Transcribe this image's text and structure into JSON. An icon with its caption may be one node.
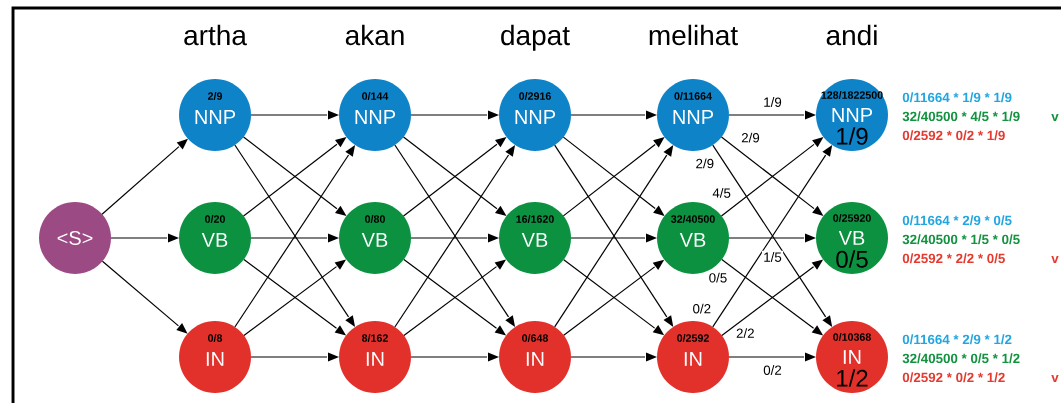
{
  "diagram": {
    "nodes": [
      {
        "text": [
          "<S>"
        ]
      },
      {
        "text": [
          "2/9",
          "NNP"
        ]
      },
      {
        "text": [
          "0/20",
          "VB"
        ]
      },
      {
        "text": [
          "0/8",
          "IN"
        ]
      },
      {
        "text": [
          "0/144",
          "NNP"
        ]
      },
      {
        "text": [
          "0/80",
          "VB"
        ]
      },
      {
        "text": [
          "8/162",
          "IN"
        ]
      },
      {
        "text": [
          "0/2916",
          "NNP"
        ]
      },
      {
        "text": [
          "16/1620",
          "VB"
        ]
      },
      {
        "text": [
          "0/648",
          "IN"
        ]
      },
      {
        "text": [
          "0/11664",
          "NNP"
        ]
      },
      {
        "text": [
          "32/40500",
          "VB"
        ]
      },
      {
        "text": [
          "0/2592",
          "IN"
        ]
      },
      {
        "text": [
          "128/1822500",
          "NNP",
          "1/9"
        ],
        "beside": [
          "0/11664 * 1/9 * 1/9",
          "32/40500 * 4/5 * 1/9",
          "v",
          "0/2592 * 0/2 * 1/9"
        ]
      },
      {
        "text": [
          "0/25920",
          "VB",
          "0/5"
        ],
        "beside": [
          "0/11664 * 2/9 * 0/5",
          "32/40500 * 1/5 * 0/5",
          "0/2592 * 2/2 * 0/5",
          "v"
        ]
      },
      {
        "text": [
          "0/10368",
          "IN",
          "1/2"
        ],
        "beside": [
          "0/11664 * 2/9 * 1/2",
          "32/40500 * 0/5 * 1/2",
          "0/2592 * 0/2 * 1/2",
          "v"
        ]
      }
    ],
    "edges": [
      {
        "from": 0,
        "to": 1,
        "arrow": "to"
      },
      {
        "from": 0,
        "to": 2,
        "arrow": "to"
      },
      {
        "from": 0,
        "to": 3,
        "arrow": "to"
      },
      {
        "from": 1,
        "to": 4,
        "arrow": "to"
      },
      {
        "from": 1,
        "to": 5,
        "arrow": "to"
      },
      {
        "from": 1,
        "to": 6,
        "arrow": "to"
      },
      {
        "from": 2,
        "to": 4,
        "arrow": "to"
      },
      {
        "from": 2,
        "to": 5,
        "arrow": "to"
      },
      {
        "from": 2,
        "to": 6,
        "arrow": "to"
      },
      {
        "from": 3,
        "to": 4,
        "arrow": "to"
      },
      {
        "from": 3,
        "to": 5,
        "arrow": "to"
      },
      {
        "from": 3,
        "to": 6,
        "arrow": "to"
      },
      {
        "from": 4,
        "to": 7,
        "arrow": "to"
      },
      {
        "from": 4,
        "to": 8,
        "arrow": "to"
      },
      {
        "from": 4,
        "to": 9,
        "arrow": "to"
      },
      {
        "from": 5,
        "to": 7,
        "arrow": "to"
      },
      {
        "from": 5,
        "to": 8,
        "arrow": "to"
      },
      {
        "from": 5,
        "to": 9,
        "arrow": "to"
      },
      {
        "from": 6,
        "to": 7,
        "arrow": "to"
      },
      {
        "from": 6,
        "to": 8,
        "arrow": "to"
      },
      {
        "from": 6,
        "to": 9,
        "arrow": "to"
      },
      {
        "from": 7,
        "to": 10,
        "arrow": "to"
      },
      {
        "from": 7,
        "to": 11,
        "arrow": "to"
      },
      {
        "from": 7,
        "to": 12,
        "arrow": "to"
      },
      {
        "from": 8,
        "to": 10,
        "arrow": "to"
      },
      {
        "from": 8,
        "to": 11,
        "arrow": "to"
      },
      {
        "from": 8,
        "to": 12,
        "arrow": "to"
      },
      {
        "from": 9,
        "to": 10,
        "arrow": "to"
      },
      {
        "from": 9,
        "to": 11,
        "arrow": "to"
      },
      {
        "from": 9,
        "to": 12,
        "arrow": "to"
      },
      {
        "from": 10,
        "to": 13,
        "arrow": "to",
        "label": "1/9"
      },
      {
        "from": 10,
        "to": 14,
        "arrow": "to",
        "label": "2/9"
      },
      {
        "from": 10,
        "to": 15,
        "arrow": "to",
        "label": "2/9"
      },
      {
        "from": 11,
        "to": 13,
        "arrow": "to",
        "label": "4/5"
      },
      {
        "from": 11,
        "to": 14,
        "arrow": "to",
        "label": "1/5"
      },
      {
        "from": 11,
        "to": 15,
        "arrow": "to",
        "label": "0/5"
      },
      {
        "from": 12,
        "to": 13,
        "arrow": "to",
        "label": "0/2"
      },
      {
        "from": 12,
        "to": 14,
        "arrow": "to",
        "label": "2/2"
      },
      {
        "from": 12,
        "to": 15,
        "arrow": "to",
        "label": "0/2"
      }
    ],
    "labels": [
      "artha",
      "akan",
      "dapat",
      "melihat",
      "andi"
    ]
  }
}
